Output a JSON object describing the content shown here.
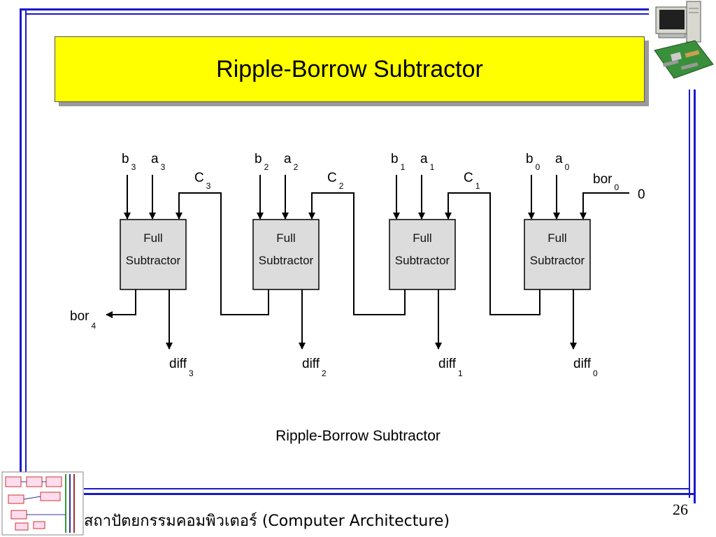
{
  "title": "Ripple-Borrow Subtractor",
  "caption": "Ripple-Borrow Subtractor",
  "footer": "สถาปัตยกรรมคอมพิวเตอร์ (Computer Architecture)",
  "page_number": "26",
  "subtractors": [
    {
      "line1": "Full",
      "line2": "Subtractor",
      "b": "b",
      "b_sub": "3",
      "a": "a",
      "a_sub": "3",
      "c": "C",
      "c_sub": "3",
      "diff": "diff",
      "diff_sub": "3"
    },
    {
      "line1": "Full",
      "line2": "Subtractor",
      "b": "b",
      "b_sub": "2",
      "a": "a",
      "a_sub": "2",
      "c": "C",
      "c_sub": "2",
      "diff": "diff",
      "diff_sub": "2"
    },
    {
      "line1": "Full",
      "line2": "Subtractor",
      "b": "b",
      "b_sub": "1",
      "a": "a",
      "a_sub": "1",
      "c": "C",
      "c_sub": "1",
      "diff": "diff",
      "diff_sub": "1"
    },
    {
      "line1": "Full",
      "line2": "Subtractor",
      "b": "b",
      "b_sub": "0",
      "a": "a",
      "a_sub": "0",
      "diff": "diff",
      "diff_sub": "0"
    }
  ],
  "bor_in": {
    "label": "bor",
    "sub": "0",
    "value": "0"
  },
  "bor_out": {
    "label": "bor",
    "sub": "4"
  },
  "colors": {
    "frame": "#1a1acc",
    "title_bg": "#ffff00",
    "box_fill": "#dcdcdc"
  }
}
